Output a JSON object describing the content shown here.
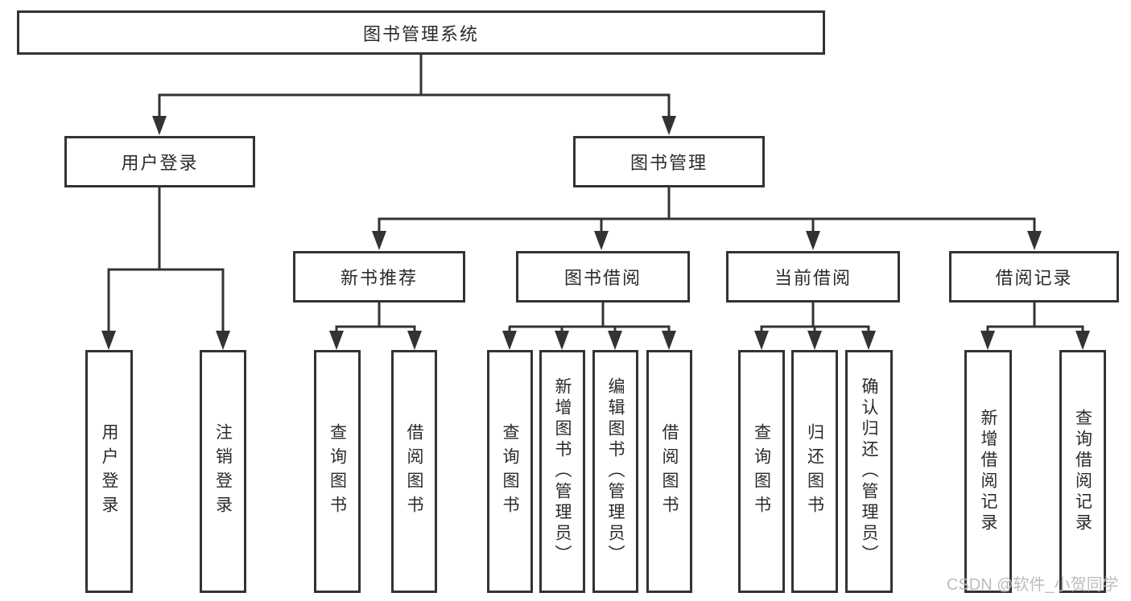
{
  "diagram_title": "图书管理系统",
  "tree": {
    "label": "图书管理系统",
    "children": [
      {
        "label": "用户登录",
        "children": [
          {
            "label": "用户登录"
          },
          {
            "label": "注销登录"
          }
        ]
      },
      {
        "label": "图书管理",
        "children": [
          {
            "label": "新书推荐",
            "children": [
              {
                "label": "查询图书"
              },
              {
                "label": "借阅图书"
              }
            ]
          },
          {
            "label": "图书借阅",
            "children": [
              {
                "label": "查询图书"
              },
              {
                "label": "新增图书（管理员）"
              },
              {
                "label": "编辑图书（管理员）"
              },
              {
                "label": "借阅图书"
              }
            ]
          },
          {
            "label": "当前借阅",
            "children": [
              {
                "label": "查询图书"
              },
              {
                "label": "归还图书"
              },
              {
                "label": "确认归还（管理员）"
              }
            ]
          },
          {
            "label": "借阅记录",
            "children": [
              {
                "label": "新增借阅记录"
              },
              {
                "label": "查询借阅记录"
              }
            ]
          }
        ]
      }
    ]
  },
  "watermark": {
    "text": "CSDN @软件_小贺同学"
  },
  "colors": {
    "line": "#333333",
    "text": "#2b2b2b",
    "background": "#ffffff",
    "watermark": "#bcbcbc"
  }
}
